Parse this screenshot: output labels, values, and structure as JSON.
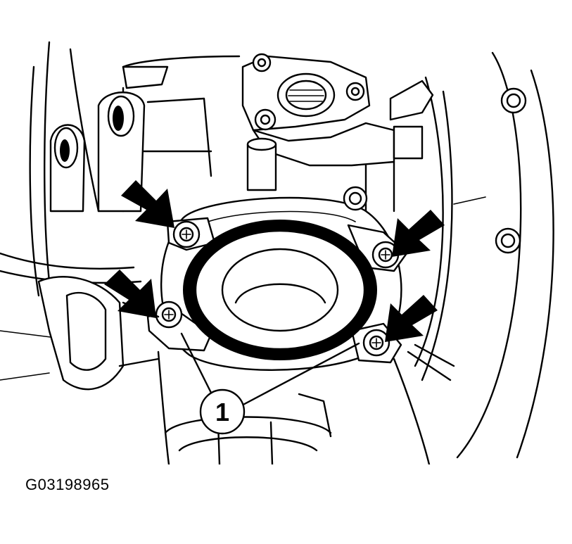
{
  "figure": {
    "id_label": "G03198965",
    "callout_number": "1",
    "arrow_count": 4
  },
  "colors": {
    "ink": "#000000",
    "paper": "#ffffff"
  }
}
